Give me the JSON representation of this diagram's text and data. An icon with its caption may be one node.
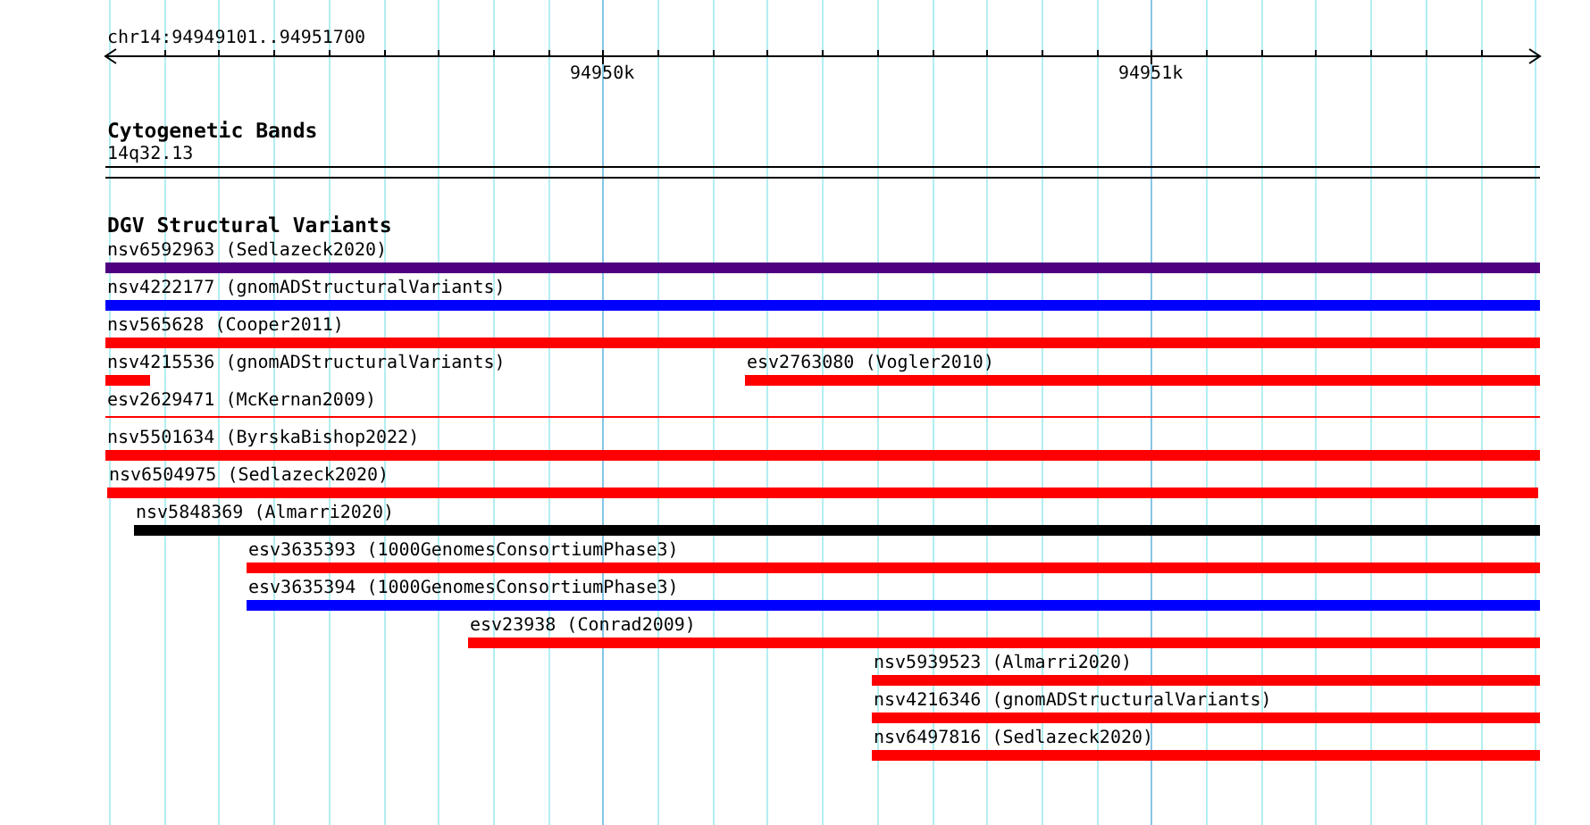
{
  "diagram": {
    "nodes": [
      {
        "text": [
          "14q32.13"
        ]
      },
      {
        "text": [
          "nsv6592963 (Sedlazeck2020)"
        ]
      },
      {
        "text": [
          "nsv4222177 (gnomADStructuralVariants)"
        ]
      },
      {
        "text": [
          "nsv565628 (Cooper2011)"
        ]
      },
      {
        "text": [
          "nsv4215536 (gnomADStructuralVariants)"
        ]
      },
      {
        "text": [
          "esv2763080 (Vogler2010)"
        ]
      },
      {
        "text": [
          "esv2629471 (McKernan2009)"
        ]
      },
      {
        "text": [
          "nsv5501634 (ByrskaBishop2022)"
        ]
      },
      {
        "text": [
          "nsv6504975 (Sedlazeck2020)"
        ]
      },
      {
        "text": [
          "nsv5848369 (Almarri2020)"
        ]
      },
      {
        "text": [
          "esv3635393 (1000GenomesConsortiumPhase3)"
        ]
      },
      {
        "text": [
          "esv3635394 (1000GenomesConsortiumPhase3)"
        ]
      },
      {
        "text": [
          "esv23938 (Conrad2009)"
        ]
      },
      {
        "text": [
          "nsv5939523 (Almarri2020)"
        ]
      },
      {
        "text": [
          "nsv4216346 (gnomADStructuralVariants)"
        ]
      },
      {
        "text": [
          "nsv6497816 (Sedlazeck2020)"
        ]
      }
    ],
    "labels": [
      "chr14:94949101..94951700",
      "94950k",
      "94951k",
      "Cytogenetic Bands",
      "DGV Structural Variants"
    ]
  }
}
